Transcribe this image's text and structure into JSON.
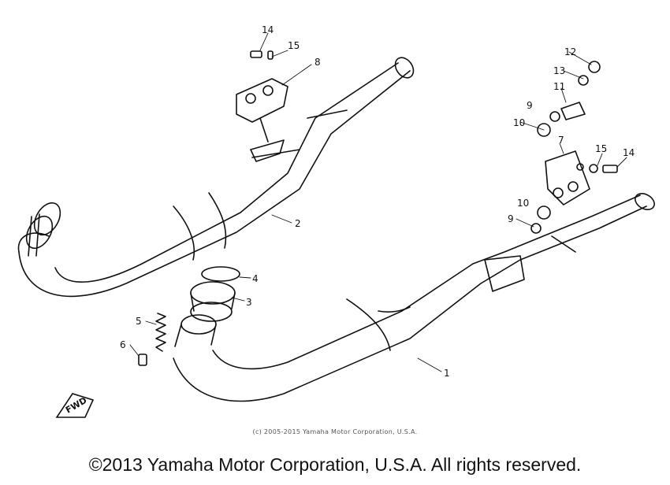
{
  "diagram": {
    "parts": [
      {
        "id": "1",
        "label": "1"
      },
      {
        "id": "2",
        "label": "2"
      },
      {
        "id": "3",
        "label": "3"
      },
      {
        "id": "4",
        "label": "4"
      },
      {
        "id": "5",
        "label": "5"
      },
      {
        "id": "6",
        "label": "6"
      },
      {
        "id": "7",
        "label": "7"
      },
      {
        "id": "8",
        "label": "8"
      },
      {
        "id": "9a",
        "label": "9"
      },
      {
        "id": "9b",
        "label": "9"
      },
      {
        "id": "10a",
        "label": "10"
      },
      {
        "id": "10b",
        "label": "10"
      },
      {
        "id": "11",
        "label": "11"
      },
      {
        "id": "12",
        "label": "12"
      },
      {
        "id": "13",
        "label": "13"
      },
      {
        "id": "14a",
        "label": "14"
      },
      {
        "id": "14b",
        "label": "14"
      },
      {
        "id": "15a",
        "label": "15"
      },
      {
        "id": "15b",
        "label": "15"
      }
    ],
    "fwd_marker": "FWD",
    "inner_copyright": "(c) 2005-2015 Yamaha Motor Corporation, U.S.A."
  },
  "footer": {
    "copyright": "©2013 Yamaha Motor Corporation, U.S.A. All rights reserved."
  }
}
